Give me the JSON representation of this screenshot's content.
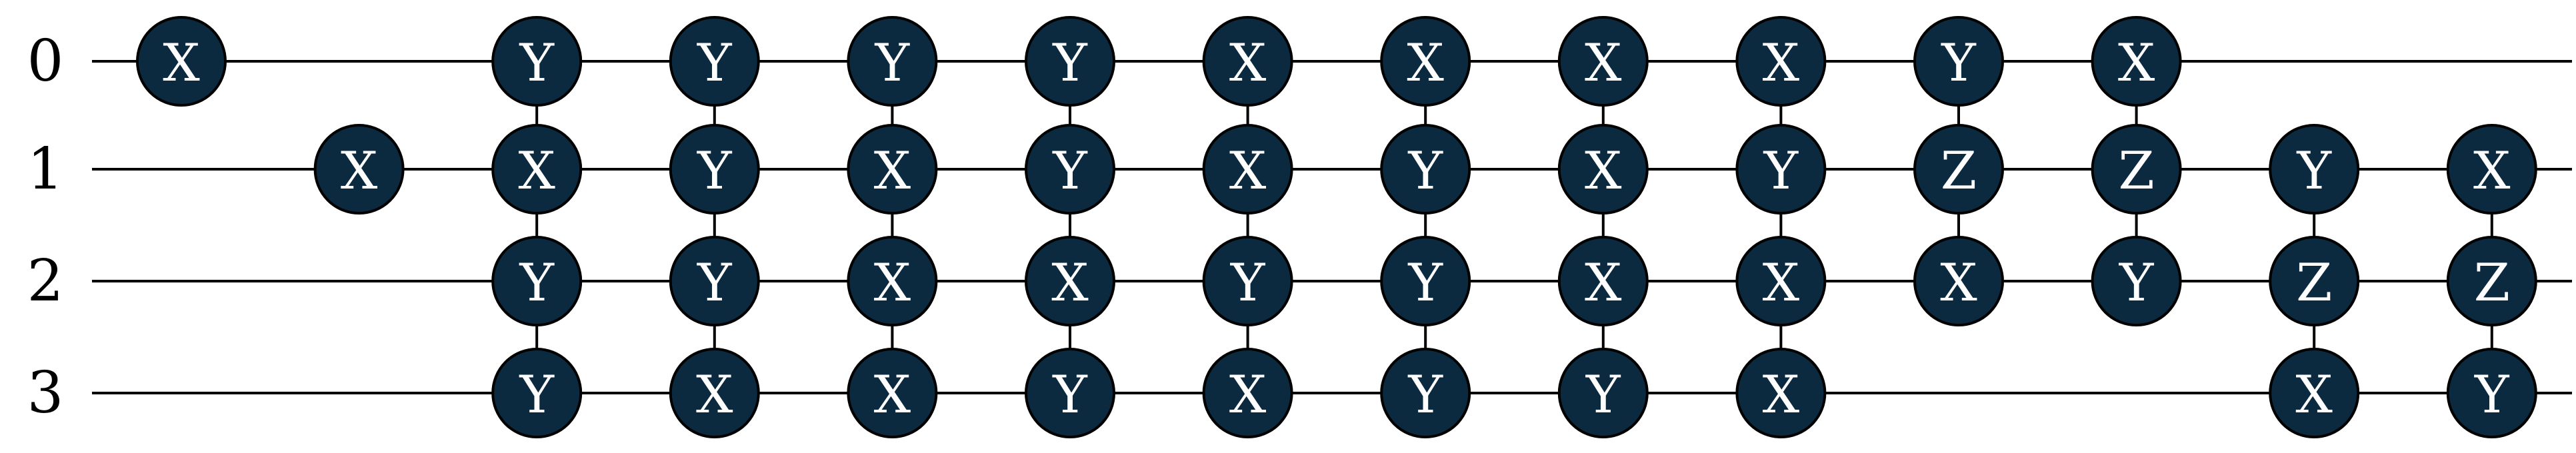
{
  "colors": {
    "gate_fill": "#0b2a40",
    "gate_stroke": "#000000",
    "gate_text": "#ffffff",
    "wire": "#000000",
    "background": "#ffffff"
  },
  "qubits": [
    {
      "label": "0"
    },
    {
      "label": "1"
    },
    {
      "label": "2"
    },
    {
      "label": "3"
    }
  ],
  "columns": [
    {
      "gates": [
        {
          "qubit": 0,
          "op": "X"
        }
      ]
    },
    {
      "gates": [
        {
          "qubit": 1,
          "op": "X"
        }
      ]
    },
    {
      "gates": [
        {
          "qubit": 0,
          "op": "Y"
        },
        {
          "qubit": 1,
          "op": "X"
        },
        {
          "qubit": 2,
          "op": "Y"
        },
        {
          "qubit": 3,
          "op": "Y"
        }
      ]
    },
    {
      "gates": [
        {
          "qubit": 0,
          "op": "Y"
        },
        {
          "qubit": 1,
          "op": "Y"
        },
        {
          "qubit": 2,
          "op": "Y"
        },
        {
          "qubit": 3,
          "op": "X"
        }
      ]
    },
    {
      "gates": [
        {
          "qubit": 0,
          "op": "Y"
        },
        {
          "qubit": 1,
          "op": "X"
        },
        {
          "qubit": 2,
          "op": "X"
        },
        {
          "qubit": 3,
          "op": "X"
        }
      ]
    },
    {
      "gates": [
        {
          "qubit": 0,
          "op": "Y"
        },
        {
          "qubit": 1,
          "op": "Y"
        },
        {
          "qubit": 2,
          "op": "X"
        },
        {
          "qubit": 3,
          "op": "Y"
        }
      ]
    },
    {
      "gates": [
        {
          "qubit": 0,
          "op": "X"
        },
        {
          "qubit": 1,
          "op": "X"
        },
        {
          "qubit": 2,
          "op": "Y"
        },
        {
          "qubit": 3,
          "op": "X"
        }
      ]
    },
    {
      "gates": [
        {
          "qubit": 0,
          "op": "X"
        },
        {
          "qubit": 1,
          "op": "Y"
        },
        {
          "qubit": 2,
          "op": "Y"
        },
        {
          "qubit": 3,
          "op": "Y"
        }
      ]
    },
    {
      "gates": [
        {
          "qubit": 0,
          "op": "X"
        },
        {
          "qubit": 1,
          "op": "X"
        },
        {
          "qubit": 2,
          "op": "X"
        },
        {
          "qubit": 3,
          "op": "Y"
        }
      ]
    },
    {
      "gates": [
        {
          "qubit": 0,
          "op": "X"
        },
        {
          "qubit": 1,
          "op": "Y"
        },
        {
          "qubit": 2,
          "op": "X"
        },
        {
          "qubit": 3,
          "op": "X"
        }
      ]
    },
    {
      "gates": [
        {
          "qubit": 0,
          "op": "Y"
        },
        {
          "qubit": 1,
          "op": "Z"
        },
        {
          "qubit": 2,
          "op": "X"
        }
      ]
    },
    {
      "gates": [
        {
          "qubit": 0,
          "op": "X"
        },
        {
          "qubit": 1,
          "op": "Z"
        },
        {
          "qubit": 2,
          "op": "Y"
        }
      ]
    },
    {
      "gates": [
        {
          "qubit": 1,
          "op": "Y"
        },
        {
          "qubit": 2,
          "op": "Z"
        },
        {
          "qubit": 3,
          "op": "X"
        }
      ]
    },
    {
      "gates": [
        {
          "qubit": 1,
          "op": "X"
        },
        {
          "qubit": 2,
          "op": "Z"
        },
        {
          "qubit": 3,
          "op": "Y"
        }
      ]
    }
  ]
}
